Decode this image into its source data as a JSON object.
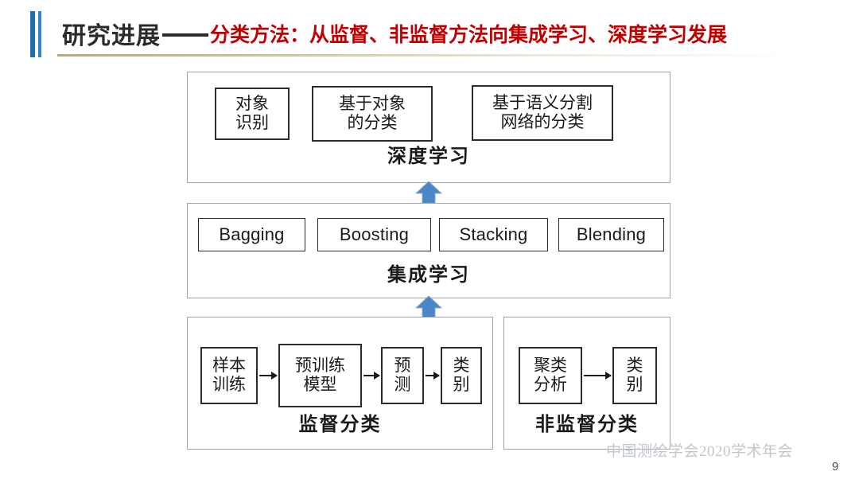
{
  "slide": {
    "title_main": "研究进展",
    "title_sub": "分类方法：从监督、非监督方法向集成学习、深度学习发展",
    "title_color": "#2b2b2b",
    "subtitle_color": "#c00000",
    "accent_bar_color": "#1f6fb4",
    "accent_bar_light_color": "#2f86cf",
    "watermark": "中国测绘学会2020学术年会",
    "page_number": "9"
  },
  "diagram": {
    "arrow_color": "#4a86c8",
    "panels": [
      {
        "id": "deep-learning",
        "title": "深度学习",
        "nodes": [
          {
            "label": "对象\n识别"
          },
          {
            "label": "基于对象\n的分类"
          },
          {
            "label": "基于语义分割\n网络的分类"
          }
        ]
      },
      {
        "id": "ensemble-learning",
        "title": "集成学习",
        "nodes": [
          {
            "label": "Bagging"
          },
          {
            "label": "Boosting"
          },
          {
            "label": "Stacking"
          },
          {
            "label": "Blending"
          }
        ]
      },
      {
        "id": "supervised-classification",
        "title": "监督分类",
        "nodes": [
          {
            "label": "样本\n训练"
          },
          {
            "label": "预训练\n模型"
          },
          {
            "label": "预\n测"
          },
          {
            "label": "类\n别"
          }
        ]
      },
      {
        "id": "unsupervised-classification",
        "title": "非监督分类",
        "nodes": [
          {
            "label": "聚类\n分析"
          },
          {
            "label": "类\n别"
          }
        ]
      }
    ]
  }
}
